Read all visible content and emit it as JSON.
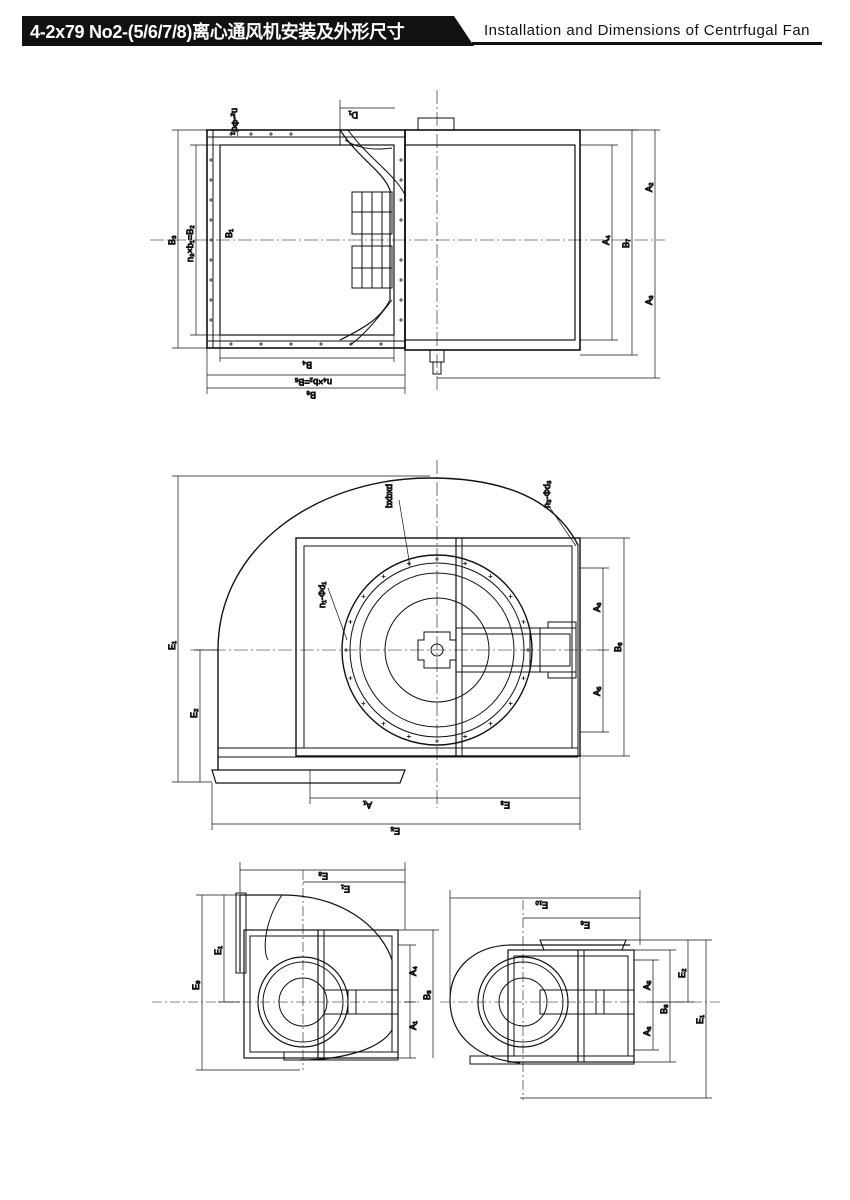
{
  "header": {
    "title_zh": "4-2x79 No2-(5/6/7/8)离心通风机安装及外形尺寸",
    "title_en": "Installation and Dimensions of Centrfugal Fan"
  },
  "view1": {
    "n2_d2": "n₂-Φd₂",
    "d1": "D₁",
    "b3": "B₃",
    "n3b1": "n₃×b₁=B₂",
    "b1": "B₁",
    "a4": "A₄",
    "b7": "B₇",
    "a2": "A₂",
    "a3": "A₃",
    "b4": "B₄",
    "n4b2": "n₄×b₂=B₅",
    "b6": "B₆"
  },
  "view2": {
    "bxbxd": "bxbxd",
    "n3_d3": "n₃-Φd₃",
    "n1_d1": "n₁-Φd₁",
    "e1": "E₁",
    "e2": "E₂",
    "a6": "A₆",
    "b8": "B₈",
    "a5": "A₅",
    "a1": "A₁",
    "e3": "E₃",
    "e5": "E₅"
  },
  "view3": {
    "e8": "E₈",
    "e1_top": "E₁",
    "e1_side": "E₁",
    "e9": "E₉",
    "a4": "A₄",
    "b8": "B₈",
    "a1": "A₁"
  },
  "view4": {
    "e10": "E₁₀",
    "e6": "E₆",
    "a5": "A₅",
    "b8": "B₈",
    "a6": "A₆",
    "e2": "E₂",
    "e1": "E₁"
  }
}
